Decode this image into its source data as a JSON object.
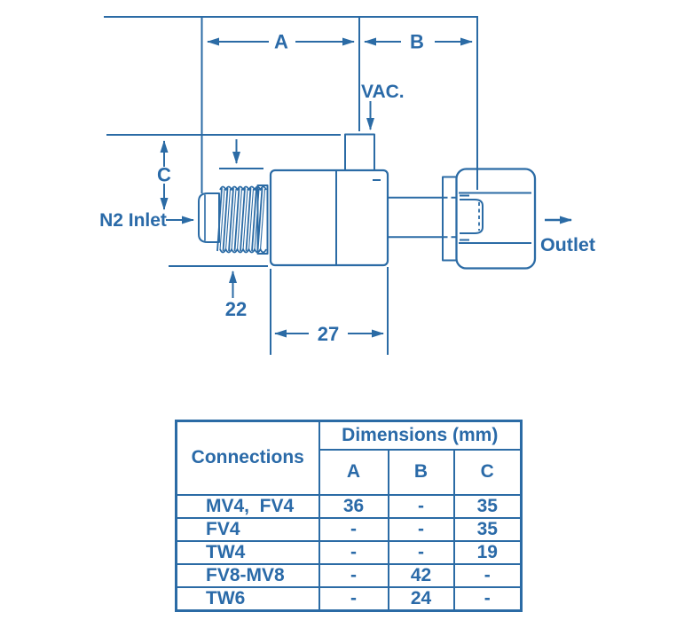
{
  "colors": {
    "ink": "#2B6BA5",
    "text": "#2A6AA8"
  },
  "diagram": {
    "dim_a_label": "A",
    "dim_b_label": "B",
    "dim_c_label": "C",
    "vac_label": "VAC.",
    "n2_inlet_label": "N2 Inlet",
    "outlet_label": "Outlet",
    "thread_dia_label": "22",
    "body_width_label": "27"
  },
  "table": {
    "header": {
      "connections": "Connections",
      "dimensions": "Dimensions (mm)",
      "cols": [
        "A",
        "B",
        "C"
      ]
    },
    "rows": [
      {
        "connection": "MV4,  FV4",
        "a": "36",
        "b": "-",
        "c": "35"
      },
      {
        "connection": "FV4",
        "a": "-",
        "b": "-",
        "c": "35"
      },
      {
        "connection": "TW4",
        "a": "-",
        "b": "-",
        "c": "19"
      },
      {
        "connection": "FV8-MV8",
        "a": "-",
        "b": "42",
        "c": "-"
      },
      {
        "connection": "TW6",
        "a": "-",
        "b": "24",
        "c": "-"
      }
    ]
  }
}
